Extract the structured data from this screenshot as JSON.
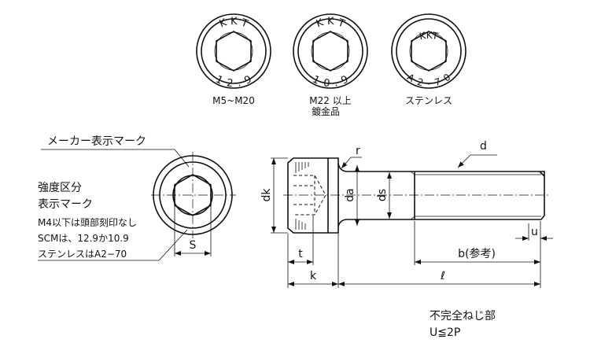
{
  "head_marks": [
    {
      "maker": "K K T",
      "grade": "1 2 . 9",
      "caption": [
        "M5~M20"
      ]
    },
    {
      "maker": "K K T",
      "grade": "1 0 . 9",
      "caption": [
        "M22 以上",
        "鍍金品"
      ]
    },
    {
      "maker": "KKT",
      "grade": "A 2 - 7 0",
      "caption": [
        "ステンレス"
      ]
    }
  ],
  "end_view": {
    "maker_mark_label": "メーカー表示マーク",
    "grade_label": [
      "強度区分",
      "表示マーク"
    ],
    "notes": [
      "M4以下は頭部刻印なし",
      "SCMは、12.9か10.9",
      "ステンレスはA2−70"
    ],
    "s_label": "S"
  },
  "side_view": {
    "dk": "dk",
    "da": "da",
    "ds": "ds",
    "r": "r",
    "d": "d",
    "u": "u",
    "b": "b(参考)",
    "t": "t",
    "k": "k",
    "l": "ℓ"
  },
  "footnote": [
    "不完全ねじ部",
    "U≦2P"
  ]
}
